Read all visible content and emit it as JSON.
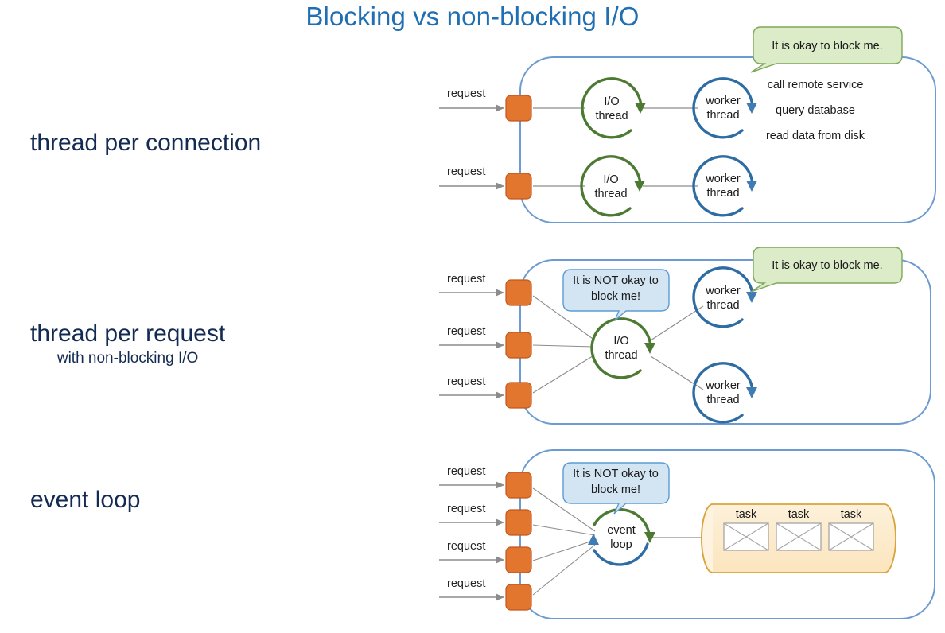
{
  "page": {
    "title": "Blocking vs non-blocking I/O",
    "background": "#ffffff"
  },
  "colors": {
    "title_blue": "#1F6FB2",
    "label_navy": "#132A52",
    "container_border": "#6B9BD1",
    "orange_fill": "#E2762E",
    "orange_stroke": "#C2571A",
    "green_circle": "#4C7A33",
    "blue_circle": "#2E6CA4",
    "callout_green_fill": "#DCEBC8",
    "callout_green_stroke": "#7FA85C",
    "callout_blue_fill": "#D3E4F3",
    "callout_blue_stroke": "#5B9BD5",
    "queue_fill": "#FCEBC8",
    "queue_stroke": "#D9A43B",
    "arrow_gray": "#8C8C8C",
    "task_box_stroke": "#A6A6A6"
  },
  "sections": [
    {
      "id": "thread-per-connection",
      "label": "thread per connection",
      "sublabel": "",
      "requests": [
        "request",
        "request"
      ],
      "io_threads": [
        "I/O thread"
      ],
      "worker_threads": [
        "worker thread"
      ],
      "callouts": [
        {
          "type": "green",
          "text": "It is okay to block me."
        }
      ],
      "bullets": [
        "call remote service",
        "query database",
        "read data from disk"
      ]
    },
    {
      "id": "thread-per-request",
      "label": "thread per request",
      "sublabel": "with non-blocking I/O",
      "requests": [
        "request",
        "request",
        "request"
      ],
      "io_threads": [
        "I/O thread"
      ],
      "worker_threads": [
        "worker thread",
        "worker thread"
      ],
      "callouts": [
        {
          "type": "blue",
          "text_lines": [
            "It is NOT okay to",
            "block me!"
          ]
        },
        {
          "type": "green",
          "text": "It is okay to block me."
        }
      ],
      "bullets": []
    },
    {
      "id": "event-loop",
      "label": "event loop",
      "sublabel": "",
      "requests": [
        "request",
        "request",
        "request",
        "request"
      ],
      "io_threads": [
        "event loop"
      ],
      "worker_threads": [],
      "callouts": [
        {
          "type": "blue",
          "text_lines": [
            "It is NOT okay to",
            "block me!"
          ]
        }
      ],
      "queue": {
        "tasks": [
          "task",
          "task",
          "task"
        ]
      },
      "bullets": []
    }
  ],
  "node_labels": {
    "io_line1": "I/O",
    "io_line2": "thread",
    "worker_line1": "worker",
    "worker_line2": "thread",
    "event_line1": "event",
    "event_line2": "loop"
  },
  "texts": {
    "request": "request",
    "task": "task",
    "okay_to_block": "It is okay to block me.",
    "not_okay_1": "It is NOT okay to",
    "not_okay_2": "block me!",
    "bullet1": "call remote service",
    "bullet2": "query database",
    "bullet3": "read data from disk"
  }
}
